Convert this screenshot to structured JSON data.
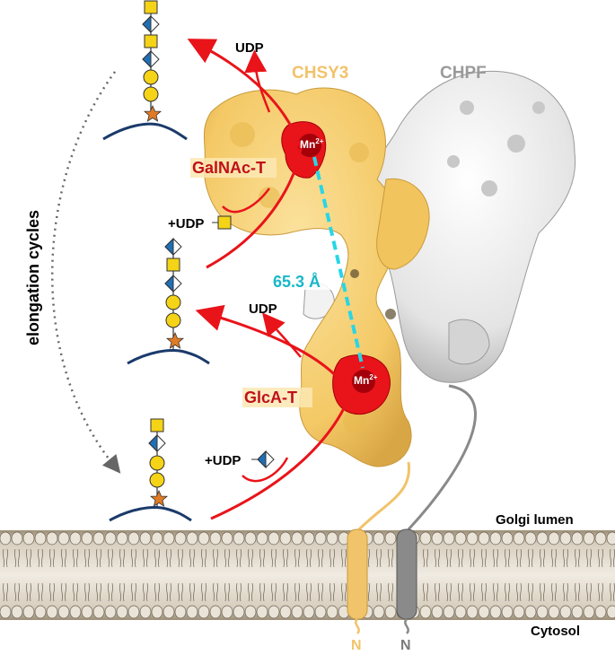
{
  "labels": {
    "udp_top": "UDP",
    "chsy3": "CHSY3",
    "chpf": "CHPF",
    "mn_top": "Mn",
    "mn_top_sup": "2+",
    "galnac_t": "GalNAc-T",
    "udp_plus_square": "+UDP",
    "distance": "65.3 Å",
    "udp_middle": "UDP",
    "mn_bottom": "Mn",
    "mn_bottom_sup": "2+",
    "glca_t": "GlcA-T",
    "udp_plus_diamond": "+UDP",
    "elongation": "elongation cycles",
    "golgi_lumen": "Golgi lumen",
    "cytosol": "Cytosol",
    "n_left": "N",
    "n_right": "N"
  },
  "colors": {
    "chsy3": "#f7cf72",
    "chsy3_dark": "#c89a3c",
    "chpf": "#dcdcdc",
    "chpf_dark": "#8a8a8a",
    "active_site": "#e8141a",
    "active_site_dark": "#a4000a",
    "arrow_red": "#e8141a",
    "distance_line": "#28d6e6",
    "galnac_square": "#f5d316",
    "glca_diamond": "#1f6fb5",
    "xyl_star": "#e07b24",
    "core_protein": "#1b3a6b",
    "membrane": "#b8ab95"
  },
  "icons": [
    "galnac-square-icon",
    "glca-diamond-icon",
    "gal-circle-icon",
    "xyl-star-icon"
  ]
}
